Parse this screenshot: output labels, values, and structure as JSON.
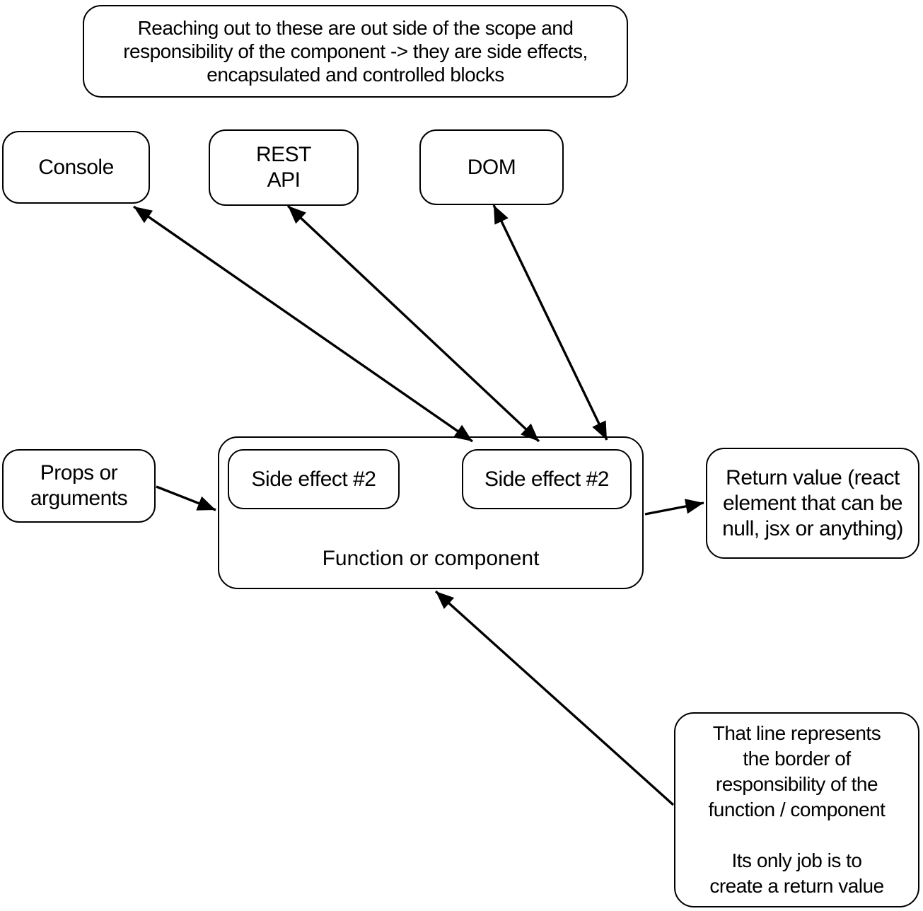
{
  "diagram": {
    "note_top": "Reaching out to these are out side of the scope and\nresponsibility of the component -> they are side effects,\nencapsulated and controlled blocks",
    "console_label": "Console",
    "rest_api_label": "REST\nAPI",
    "dom_label": "DOM",
    "props_label": "Props or\narguments",
    "side_effect_left_label": "Side effect #2",
    "side_effect_right_label": "Side effect #2",
    "function_label": "Function or component",
    "return_value_label": "Return value (react\nelement that can be\nnull, jsx or anything)",
    "note_bottom": "That line represents\nthe border of\nresponsibility of the\nfunction / component\n\nIts only job is to\ncreate a return value"
  },
  "colors": {
    "stroke": "#000000",
    "background": "#ffffff",
    "text": "#000000"
  }
}
